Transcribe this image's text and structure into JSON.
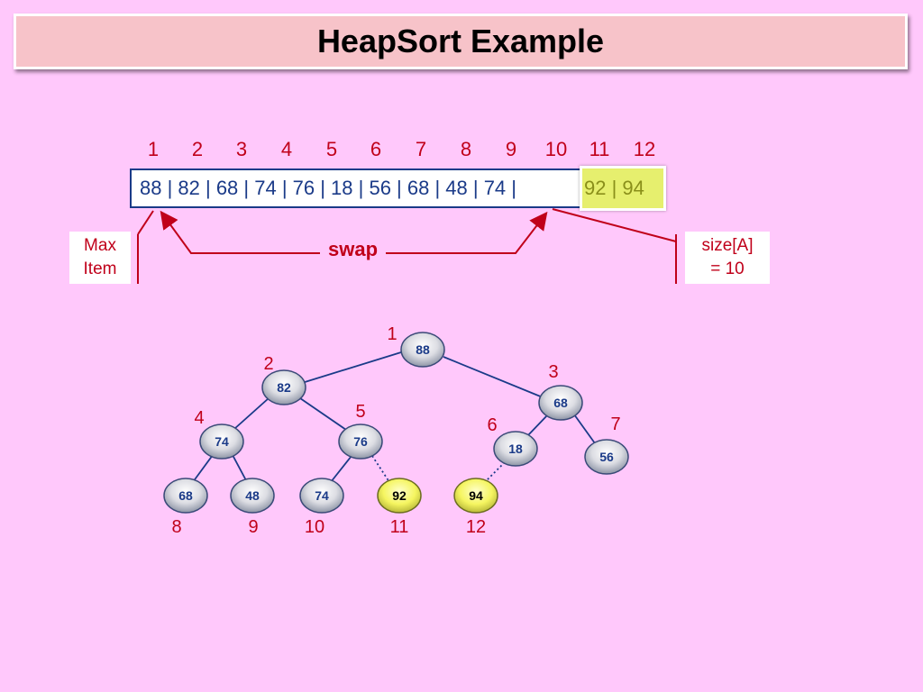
{
  "title": "HeapSort Example",
  "array": {
    "indices": [
      "1",
      "2",
      "3",
      "4",
      "5",
      "6",
      "7",
      "8",
      "9",
      "10",
      "11",
      "12"
    ],
    "heap_values": "88 | 82 | 68 | 74 | 76 | 18 | 56 | 68 | 48 | 74 |",
    "sorted_values": "92 | 94"
  },
  "labels": {
    "max_item_line1": "Max",
    "max_item_line2": "Item",
    "size_line1": "size[A]",
    "size_line2": "= 10",
    "swap": "swap"
  },
  "tree": {
    "nodes": [
      {
        "index": "1",
        "value": "88",
        "highlight": false
      },
      {
        "index": "2",
        "value": "82",
        "highlight": false
      },
      {
        "index": "3",
        "value": "68",
        "highlight": false
      },
      {
        "index": "4",
        "value": "74",
        "highlight": false
      },
      {
        "index": "5",
        "value": "76",
        "highlight": false
      },
      {
        "index": "6",
        "value": "18",
        "highlight": false
      },
      {
        "index": "7",
        "value": "56",
        "highlight": false
      },
      {
        "index": "8",
        "value": "68",
        "highlight": false
      },
      {
        "index": "9",
        "value": "48",
        "highlight": false
      },
      {
        "index": "10",
        "value": "74",
        "highlight": false
      },
      {
        "index": "11",
        "value": "92",
        "highlight": true
      },
      {
        "index": "12",
        "value": "94",
        "highlight": true
      }
    ]
  },
  "colors": {
    "background": "#ffc8fb",
    "title_bar": "#f7c3c9",
    "accent_red": "#c0001a",
    "node_text": "#1a3a88",
    "highlight": "#f5f560"
  }
}
